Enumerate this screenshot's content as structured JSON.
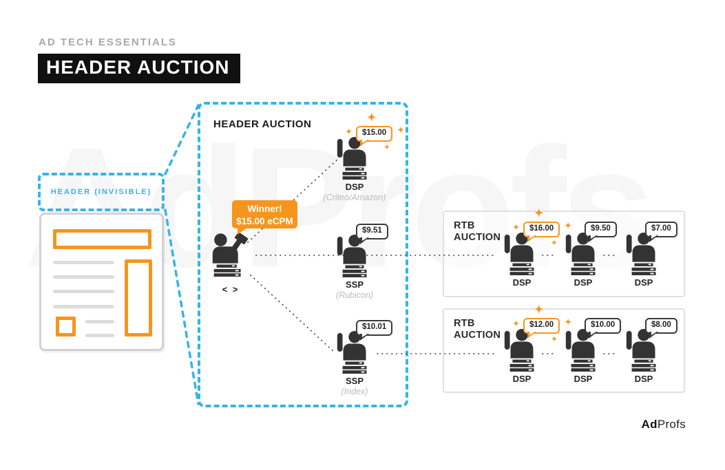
{
  "page": {
    "kicker": "AD TECH ESSENTIALS",
    "title": "HEADER AUCTION",
    "watermark": "AdProfs"
  },
  "colors": {
    "accent_orange": "#f7941e",
    "accent_cyan": "#35b4e8",
    "figure_dark": "#333333"
  },
  "icons": {
    "sparkle": "✦"
  },
  "webpage": {
    "header_label": "HEADER (INVISIBLE)"
  },
  "header_auction": {
    "label": "HEADER AUCTION",
    "winner_badge": {
      "line1": "Winner!",
      "line2": "$15.00 eCPM"
    },
    "auctioneer": {
      "code_label": "< >"
    },
    "bidders": [
      {
        "bid": "$15.00",
        "label": "DSP",
        "sublabel": "(Criteo/Amazon)",
        "winner": true
      },
      {
        "bid": "$9.51",
        "label": "SSP",
        "sublabel": "(Rubicon)",
        "winner": false
      },
      {
        "bid": "$10.01",
        "label": "SSP",
        "sublabel": "(Index)",
        "winner": false
      }
    ]
  },
  "rtb_auctions": [
    {
      "label_line1": "RTB",
      "label_line2": "AUCTION",
      "bidders": [
        {
          "bid": "$16.00",
          "label": "DSP",
          "winner": true
        },
        {
          "bid": "$9.50",
          "label": "DSP",
          "winner": false
        },
        {
          "bid": "$7.00",
          "label": "DSP",
          "winner": false
        }
      ]
    },
    {
      "label_line1": "RTB",
      "label_line2": "AUCTION",
      "bidders": [
        {
          "bid": "$12.00",
          "label": "DSP",
          "winner": true
        },
        {
          "bid": "$10.00",
          "label": "DSP",
          "winner": false
        },
        {
          "bid": "$8.00",
          "label": "DSP",
          "winner": false
        }
      ]
    }
  ],
  "brand": {
    "bold": "Ad",
    "light": "Profs"
  }
}
